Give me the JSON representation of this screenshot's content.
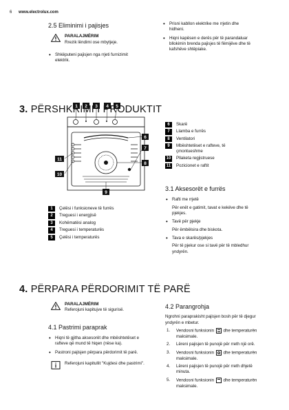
{
  "header": {
    "page_number": "6",
    "site": "www.electrolux.com"
  },
  "sec25": {
    "title": "2.5 Eliminimi i pajisjes",
    "warning_title": "PARALAJMËRIM",
    "warning_text": "Rrezik lëndimi ose mbytjeje.",
    "bullets_left": [
      "Shkëputeni pajisjen nga rrjeti furnizimit elektrik."
    ],
    "bullets_right": [
      "Prisni kabllon elektrike me rrjetin dhe hidheni.",
      "Hiqni kapësen e derës për të parandaluar bllokimin brenda pajisjes të fëmijëve dhe të kafshëve shtëpiake."
    ]
  },
  "sec3": {
    "title_num": "3.",
    "title_text": "PËRSHKRIMI I PRODUKTIT",
    "diagram_labels": [
      "1",
      "2",
      "3",
      "4",
      "5",
      "6",
      "7",
      "8",
      "9",
      "10",
      "11"
    ],
    "keys_left": [
      {
        "n": "1",
        "label": "Çelësi i funksioneve të furrës"
      },
      {
        "n": "2",
        "label": "Treguesi i energjisë"
      },
      {
        "n": "3",
        "label": "Kohëmatësi analog"
      },
      {
        "n": "4",
        "label": "Treguesi i temperaturës"
      },
      {
        "n": "5",
        "label": "Çelësi i temperaturës"
      }
    ],
    "keys_right": [
      {
        "n": "6",
        "label": "Skarë"
      },
      {
        "n": "7",
        "label": "Llamba e furrës"
      },
      {
        "n": "8",
        "label": "Ventilatori"
      },
      {
        "n": "9",
        "label": "Mbështetëset e rafteve, të çmontueshme"
      },
      {
        "n": "10",
        "label": "Pllaketa regjistruese"
      },
      {
        "n": "11",
        "label": "Pozicionet e raftit"
      }
    ],
    "acc_title": "3.1 Aksesorët e furrës",
    "accessories": [
      {
        "name": "Rafti me rrjetë",
        "desc": "Për enët e gatimit, tavat e kekëve dhe të pjekjes."
      },
      {
        "name": "Tavë për pjekje",
        "desc": "Për ëmbëlsira dhe biskota."
      },
      {
        "name": "Tava e skarës/pjekjes",
        "desc": "Për të pjekur ose si tavë për të mbledhur yndyrën."
      }
    ]
  },
  "sec4": {
    "title_num": "4.",
    "title_text": "PËRPARA PËRDORIMIT TË PARË",
    "warning_title": "PARALAJMËRIM",
    "warning_text": "Referojuni kapitujve të sigurisë.",
    "clean_title": "4.1 Pastrimi paraprak",
    "clean_bullets": [
      "Hiqni të gjitha aksesorët dhe mbështetëset e rafteve që mund të hiqen (nëse ka).",
      "Pastroni pajisjen përpara përdorimit të parë."
    ],
    "clean_note": "Referojuni kapitullit \"Kujdesi dhe pastrimi\".",
    "preheat_title": "4.2 Parangrohja",
    "preheat_intro": "Ngrohni paraprakisht pajisjen bosh për të djegur yndyrën e mbetur.",
    "steps": [
      {
        "n": "1.",
        "pre": "Vendosni funksionin",
        "post": "dhe temperaturën maksimale."
      },
      {
        "n": "2.",
        "pre": "Lëreni pajisjen të punojë për rreth një orë.",
        "post": ""
      },
      {
        "n": "3.",
        "pre": "Vendosni funksionin",
        "post": "dhe temperaturën maksimale."
      },
      {
        "n": "4.",
        "pre": "Lëreni pajisjen të punojë për rreth dhjetë minuta.",
        "post": ""
      },
      {
        "n": "5.",
        "pre": "Vendosni funksionin",
        "post": "dhe temperaturën maksimale."
      }
    ]
  }
}
